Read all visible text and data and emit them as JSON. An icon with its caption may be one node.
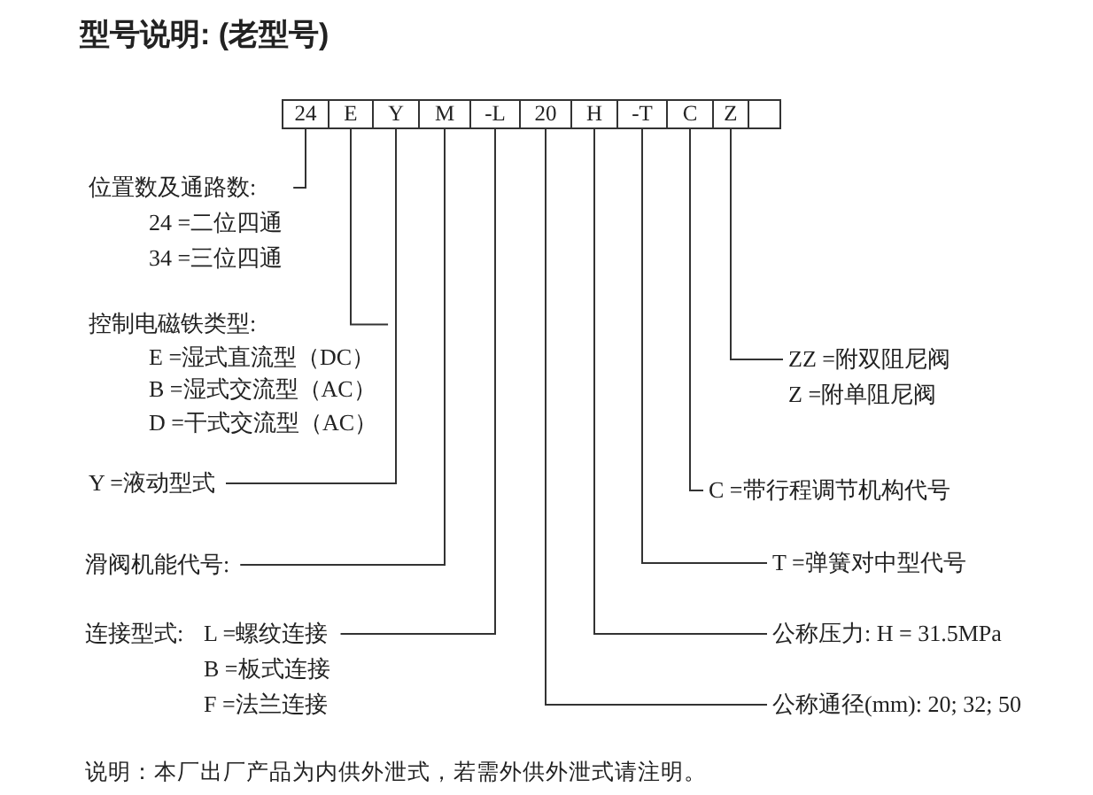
{
  "diagram": {
    "title": "型号说明: (老型号)",
    "caption": "说明：本厂出厂产品为内供外泄式，若需外供外泄式请注明。",
    "nodes": [
      {
        "text": [
          "24"
        ]
      },
      {
        "text": [
          "E"
        ]
      },
      {
        "text": [
          "Y"
        ]
      },
      {
        "text": [
          "M"
        ]
      },
      {
        "text": [
          "-L"
        ]
      },
      {
        "text": [
          "20"
        ]
      },
      {
        "text": [
          "H"
        ]
      },
      {
        "text": [
          "-T"
        ]
      },
      {
        "text": [
          "C"
        ]
      },
      {
        "text": [
          "Z"
        ]
      },
      {
        "text": [],
        "shape": "box"
      },
      {
        "text": [
          "位置数及通路数:",
          "24 =二位四通",
          "34 =三位四通"
        ]
      },
      {
        "text": [
          "控制电磁铁类型:",
          "E =湿式直流型（DC）",
          "B =湿式交流型（AC）",
          "D =干式交流型（AC）"
        ]
      },
      {
        "text": [
          "Y =液动型式"
        ]
      },
      {
        "text": [
          "滑阀机能代号:"
        ]
      },
      {
        "text": [
          "连接型式:",
          "L =螺纹连接",
          "B =板式连接",
          "F =法兰连接"
        ]
      },
      {
        "text": [
          "ZZ =附双阻尼阀",
          "Z =附单阻尼阀"
        ]
      },
      {
        "text": [
          "C =带行程调节机构代号"
        ]
      },
      {
        "text": [
          "T =弹簧对中型代号"
        ]
      },
      {
        "text": [
          "公称压力:  H = 31.5MPa"
        ]
      },
      {
        "text": [
          "公称通径(mm): 20;  32;  50"
        ]
      }
    ],
    "edges": [
      {
        "from": 0,
        "to": 11,
        "arrow": "none"
      },
      {
        "from": 1,
        "to": 12,
        "arrow": "none"
      },
      {
        "from": 2,
        "to": 13,
        "arrow": "none"
      },
      {
        "from": 3,
        "to": 14,
        "arrow": "none"
      },
      {
        "from": 4,
        "to": 15,
        "arrow": "none"
      },
      {
        "from": 5,
        "to": 20,
        "arrow": "none"
      },
      {
        "from": 6,
        "to": 19,
        "arrow": "none"
      },
      {
        "from": 7,
        "to": 18,
        "arrow": "none"
      },
      {
        "from": 8,
        "to": 17,
        "arrow": "none"
      },
      {
        "from": 9,
        "to": 16,
        "arrow": "none"
      }
    ]
  }
}
